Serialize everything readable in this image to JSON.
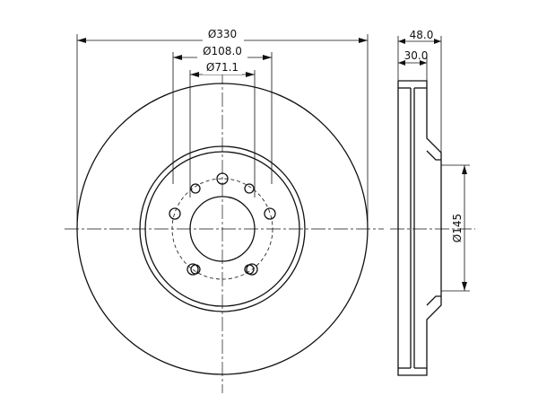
{
  "dimensions": {
    "outer_diameter": "Ø330",
    "hub_bore_diameter": "Ø108.0",
    "center_bore_diameter": "Ø71.1",
    "total_height": "48.0",
    "disc_thickness": "30.0",
    "hat_diameter": "Ø145"
  },
  "bolt_holes": 5,
  "bolt_circle_holes": 4
}
